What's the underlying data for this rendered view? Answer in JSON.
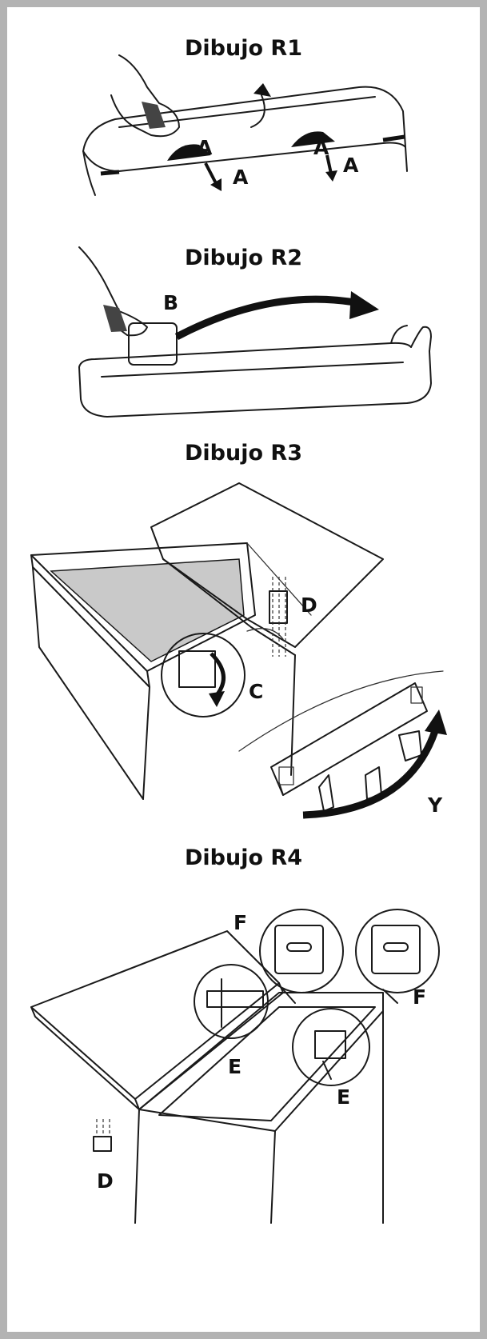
{
  "panels": [
    {
      "title": "Dibujo R1",
      "labels": [
        "A",
        "A",
        "A",
        "A"
      ]
    },
    {
      "title": "Dibujo R2",
      "labels": [
        "B"
      ]
    },
    {
      "title": "Dibujo R3",
      "labels": [
        "D",
        "C",
        "Y"
      ]
    },
    {
      "title": "Dibujo R4",
      "labels": [
        "F",
        "F",
        "E",
        "E",
        "D"
      ]
    }
  ],
  "colors": {
    "ink": "#1a1a1a",
    "frame": "#b3b3b3",
    "shade": "#c9c9c9"
  }
}
